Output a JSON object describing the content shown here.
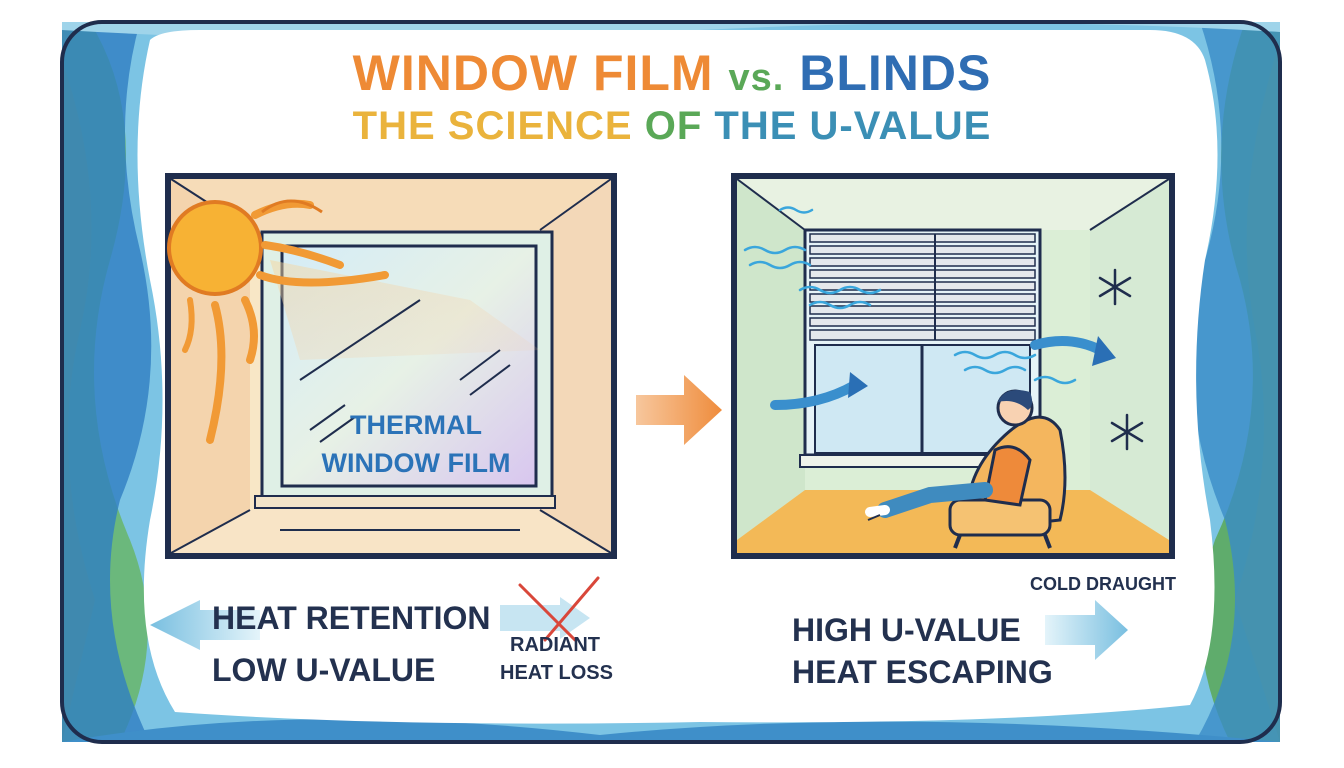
{
  "title": {
    "part1": "WINDOW FILM",
    "part2": "vs.",
    "part3": "BLINDS"
  },
  "subtitle": {
    "part1": "THE SCIENCE",
    "part2": "OF",
    "part3": "THE U-VALUE"
  },
  "left_panel": {
    "film_label_line1": "THERMAL",
    "film_label_line2": "WINDOW FILM",
    "heat_retention": "HEAT RETENTION",
    "low_u_value": "LOW U-VALUE",
    "radiant_line1": "RADIANT",
    "radiant_line2": "HEAT LOSS"
  },
  "right_panel": {
    "cold_draught": "COLD DRAUGHT",
    "high_u_value": "HIGH U-VALUE",
    "heat_escaping": "HEAT ESCAPING"
  },
  "colors": {
    "orange": "#ee8a35",
    "green": "#5aa857",
    "blue": "#2f6db3",
    "yellow": "#eab33c",
    "navy": "#23314f",
    "sky": "#8ec9e6"
  },
  "icons": [
    "sun-icon",
    "snowflake-icon",
    "arrow-icon",
    "cross-icon",
    "person-in-armchair",
    "venetian-blinds"
  ]
}
